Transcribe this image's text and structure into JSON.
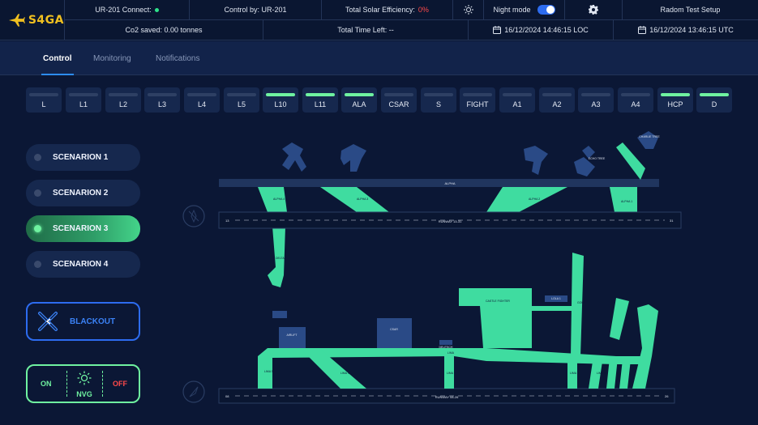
{
  "header": {
    "logo_text": "S4GA",
    "connect_label": "UR-201 Connect:",
    "control_by": "Control by: UR-201",
    "solar_label": "Total Solar Efficiency:",
    "solar_value": "0%",
    "night_mode_label": "Night mode",
    "night_mode_on": true,
    "setup_name": "Radom Test Setup",
    "co2_saved": "Co2 saved: 0.00 tonnes",
    "time_left": "Total Time Left: --",
    "local_time": "16/12/2024 14:46:15 LOC",
    "utc_time": "16/12/2024 13:46:15 UTC"
  },
  "tabs": [
    {
      "label": "Control",
      "active": true
    },
    {
      "label": "Monitoring",
      "active": false
    },
    {
      "label": "Notifications",
      "active": false
    }
  ],
  "lights": [
    {
      "label": "L",
      "on": false
    },
    {
      "label": "L1",
      "on": false
    },
    {
      "label": "L2",
      "on": false
    },
    {
      "label": "L3",
      "on": false
    },
    {
      "label": "L4",
      "on": false
    },
    {
      "label": "L5",
      "on": false
    },
    {
      "label": "L10",
      "on": true
    },
    {
      "label": "L11",
      "on": true
    },
    {
      "label": "ALA",
      "on": true
    },
    {
      "label": "CSAR",
      "on": false
    },
    {
      "label": "S",
      "on": false
    },
    {
      "label": "FIGHT",
      "on": false
    },
    {
      "label": "A1",
      "on": false
    },
    {
      "label": "A2",
      "on": false
    },
    {
      "label": "A3",
      "on": false
    },
    {
      "label": "A4",
      "on": false
    },
    {
      "label": "HCP",
      "on": true
    },
    {
      "label": "D",
      "on": true
    }
  ],
  "scenarios": [
    {
      "label": "SCENARION 1",
      "active": false
    },
    {
      "label": "SCENARION 2",
      "active": false
    },
    {
      "label": "SCENARION 3",
      "active": true
    },
    {
      "label": "SCENARION 4",
      "active": false
    }
  ],
  "blackout_label": "BLACKOUT",
  "nvg": {
    "on_label": "ON",
    "mid_label": "NVG",
    "off_label": "OFF"
  },
  "map": {
    "taxiway_alpha": "ALPHA",
    "alpha_1": "ALPHA 1",
    "alpha_2": "ALPHA 2",
    "alpha_3": "ALPHA 3",
    "alpha_4": "ALPHA 4",
    "runway_top": "RUNWAY 13-31",
    "runway_bottom": "RUNWAY 08-26",
    "rwy_13": "13",
    "rwy_31": "31",
    "rwy_08": "08",
    "rwy_26": "26",
    "echo": "ECHO TREE",
    "charlie": "CHARLIE TREE",
    "delta_label": "DELTA",
    "fighter": "CASTLE FIGHTER",
    "lola": "LOLA 1",
    "airlift": "AIRLIFT",
    "csar": "CSAR",
    "deutsch": "DEUTSCH",
    "lima": "LIMA",
    "lima_1": "LIMA 1",
    "lima_2": "LIMA 2",
    "lima_3": "LIMA 3",
    "lima_4": "LIMA 4",
    "lima_5": "LIMA 5",
    "golf": "GOLF",
    "accent_green": "#3fdca0",
    "taxiway_dark": "#20355e"
  },
  "colors": {
    "accent_blue": "#2d6cf0",
    "accent_green": "#6ff2a0",
    "alert_red": "#ff4a4a"
  }
}
